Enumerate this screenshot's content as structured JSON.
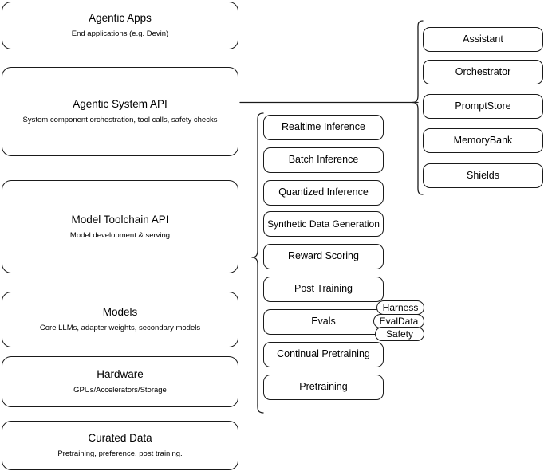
{
  "diagram": {
    "kind": "layered-architecture-diagram",
    "background_color": "#ffffff",
    "stroke_color": "#1a1a1a"
  },
  "layers": [
    {
      "title": "Agentic Apps",
      "subtitle": "End applications (e.g. Devin)"
    },
    {
      "title": "Agentic System API",
      "subtitle": "System component orchestration, tool calls, safety checks"
    },
    {
      "title": "Model Toolchain API",
      "subtitle": "Model development & serving"
    },
    {
      "title": "Models",
      "subtitle": "Core LLMs, adapter weights, secondary models"
    },
    {
      "title": "Hardware",
      "subtitle": "GPUs/Accelerators/Storage"
    },
    {
      "title": "Curated Data",
      "subtitle": "Pretraining, preference, post training."
    }
  ],
  "capabilities": [
    {
      "label": "Realtime Inference"
    },
    {
      "label": "Batch Inference"
    },
    {
      "label": "Quantized Inference"
    },
    {
      "label": "Synthetic Data Generation"
    },
    {
      "label": "Reward Scoring"
    },
    {
      "label": "Post Training"
    },
    {
      "label": "Evals"
    },
    {
      "label": "Continual Pretraining"
    },
    {
      "label": "Pretraining"
    }
  ],
  "eval_pills": [
    {
      "label": "Harness"
    },
    {
      "label": "EvalData"
    },
    {
      "label": "Safety"
    }
  ],
  "system_components": [
    {
      "label": "Assistant"
    },
    {
      "label": "Orchestrator"
    },
    {
      "label": "PromptStore"
    },
    {
      "label": "MemoryBank"
    },
    {
      "label": "Shields"
    }
  ]
}
